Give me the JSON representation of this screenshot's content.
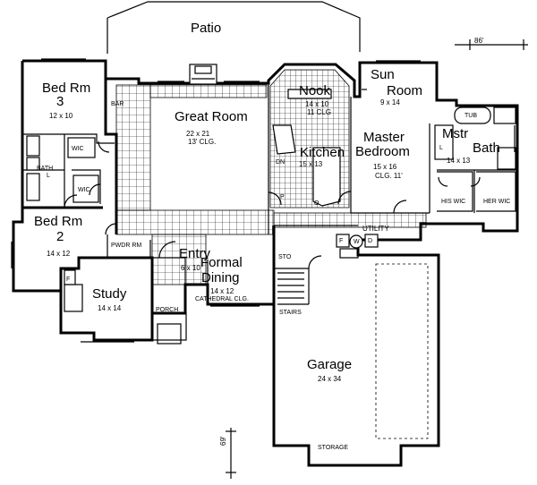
{
  "rooms": {
    "patio": {
      "name": "Patio"
    },
    "sun_room": {
      "name_line1": "Sun",
      "name_line2": "Room",
      "dims": "9 x 14"
    },
    "nook": {
      "name": "Nook",
      "dims": "14 x 10",
      "ceiling": "11 CLG"
    },
    "kitchen": {
      "name": "Kitchen",
      "dims": "15 x 13"
    },
    "great_room": {
      "name": "Great Room",
      "dims": "22 x 21",
      "ceiling": "13' CLG."
    },
    "bed3": {
      "name_line1": "Bed Rm",
      "name_line2": "3",
      "dims": "12 x 10"
    },
    "bed2": {
      "name_line1": "Bed Rm",
      "name_line2": "2",
      "dims": "14 x 12"
    },
    "master_bedroom": {
      "name_line1": "Master",
      "name_line2": "Bedroom",
      "dims": "15 x 16",
      "ceiling": "CLG. 11'"
    },
    "master_bath": {
      "name_line1": "Mstr",
      "name_line2": "Bath",
      "dims": "14 x 13"
    },
    "entry": {
      "name": "Entry",
      "dims": "6 x 10"
    },
    "formal_dining": {
      "name_line1": "Formal",
      "name_line2": "Dining",
      "dims": "14 x 12",
      "ceiling": "CATHEDRAL CLG."
    },
    "study": {
      "name": "Study",
      "dims": "14 x 14"
    },
    "garage": {
      "name": "Garage",
      "dims": "24 x 34"
    }
  },
  "small_labels": {
    "bar": "BAR",
    "wic_bed3": "WIC",
    "bath": "BATH",
    "wic_bed2": "WIC",
    "pwdr_rm": "PWDR RM",
    "porch": "PORCH",
    "sto": "STO",
    "stairs": "STAIRS",
    "storage": "STORAGE",
    "utility": "UTILITY",
    "his_wic": "HIS WIC",
    "her_wic": "HER WIC",
    "tub": "TUB",
    "dn": "DN",
    "p": "P",
    "o": "O",
    "f": "F",
    "w": "W",
    "d": "D",
    "f_study": "F",
    "l_bath": "L",
    "l_mstr": "L"
  },
  "dimensions": {
    "width": "86'",
    "depth": "69'"
  }
}
